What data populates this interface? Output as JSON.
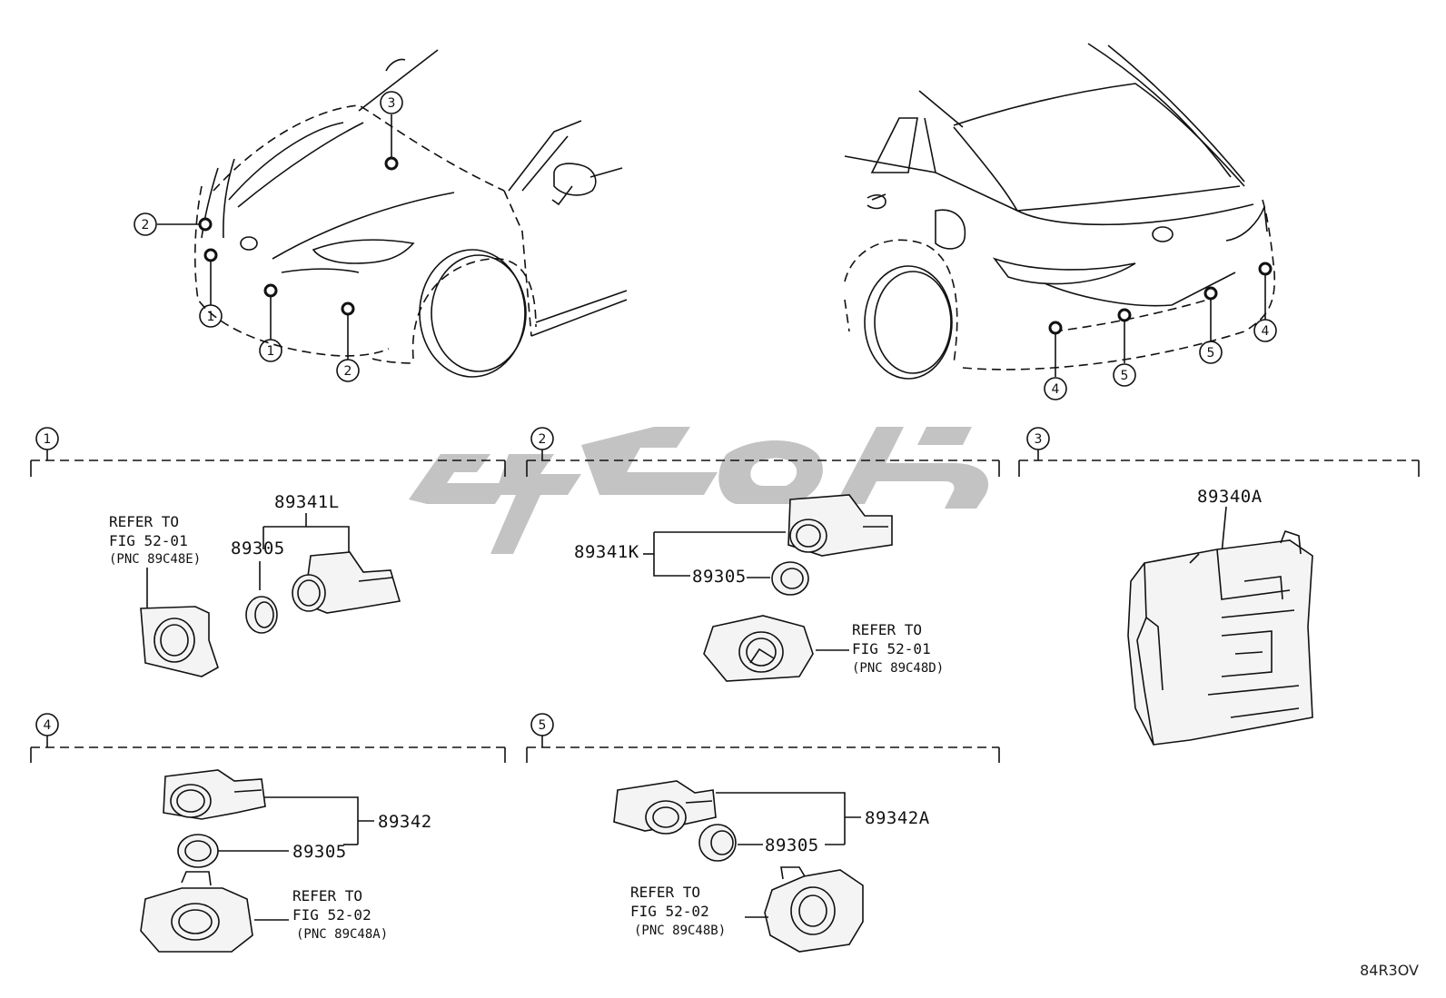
{
  "front_callouts": [
    "1",
    "1",
    "2",
    "2",
    "3"
  ],
  "rear_callouts": [
    "4",
    "4",
    "5",
    "5"
  ],
  "sections": [
    {
      "number": "1",
      "parts": [
        "89341L",
        "89305"
      ],
      "refer": {
        "line1": "REFER TO",
        "line2": "FIG 52-01",
        "pnc": "(PNC 89C48E)"
      }
    },
    {
      "number": "2",
      "parts": [
        "89341K",
        "89305"
      ],
      "refer": {
        "line1": "REFER TO",
        "line2": "FIG 52-01",
        "pnc": "(PNC 89C48D)"
      }
    },
    {
      "number": "3",
      "parts": [
        "89340A"
      ]
    },
    {
      "number": "4",
      "parts": [
        "89342",
        "89305"
      ],
      "refer": {
        "line1": "REFER TO",
        "line2": "FIG 52-02",
        "pnc": "(PNC 89C48A)"
      }
    },
    {
      "number": "5",
      "parts": [
        "89342A",
        "89305"
      ],
      "refer": {
        "line1": "REFER TO",
        "line2": "FIG 52-02",
        "pnc": "(PNC 89C48B)"
      }
    }
  ],
  "drawing_code": "84R3OV",
  "colors": {
    "line": "#111111",
    "watermark": "#bdbdbd"
  }
}
